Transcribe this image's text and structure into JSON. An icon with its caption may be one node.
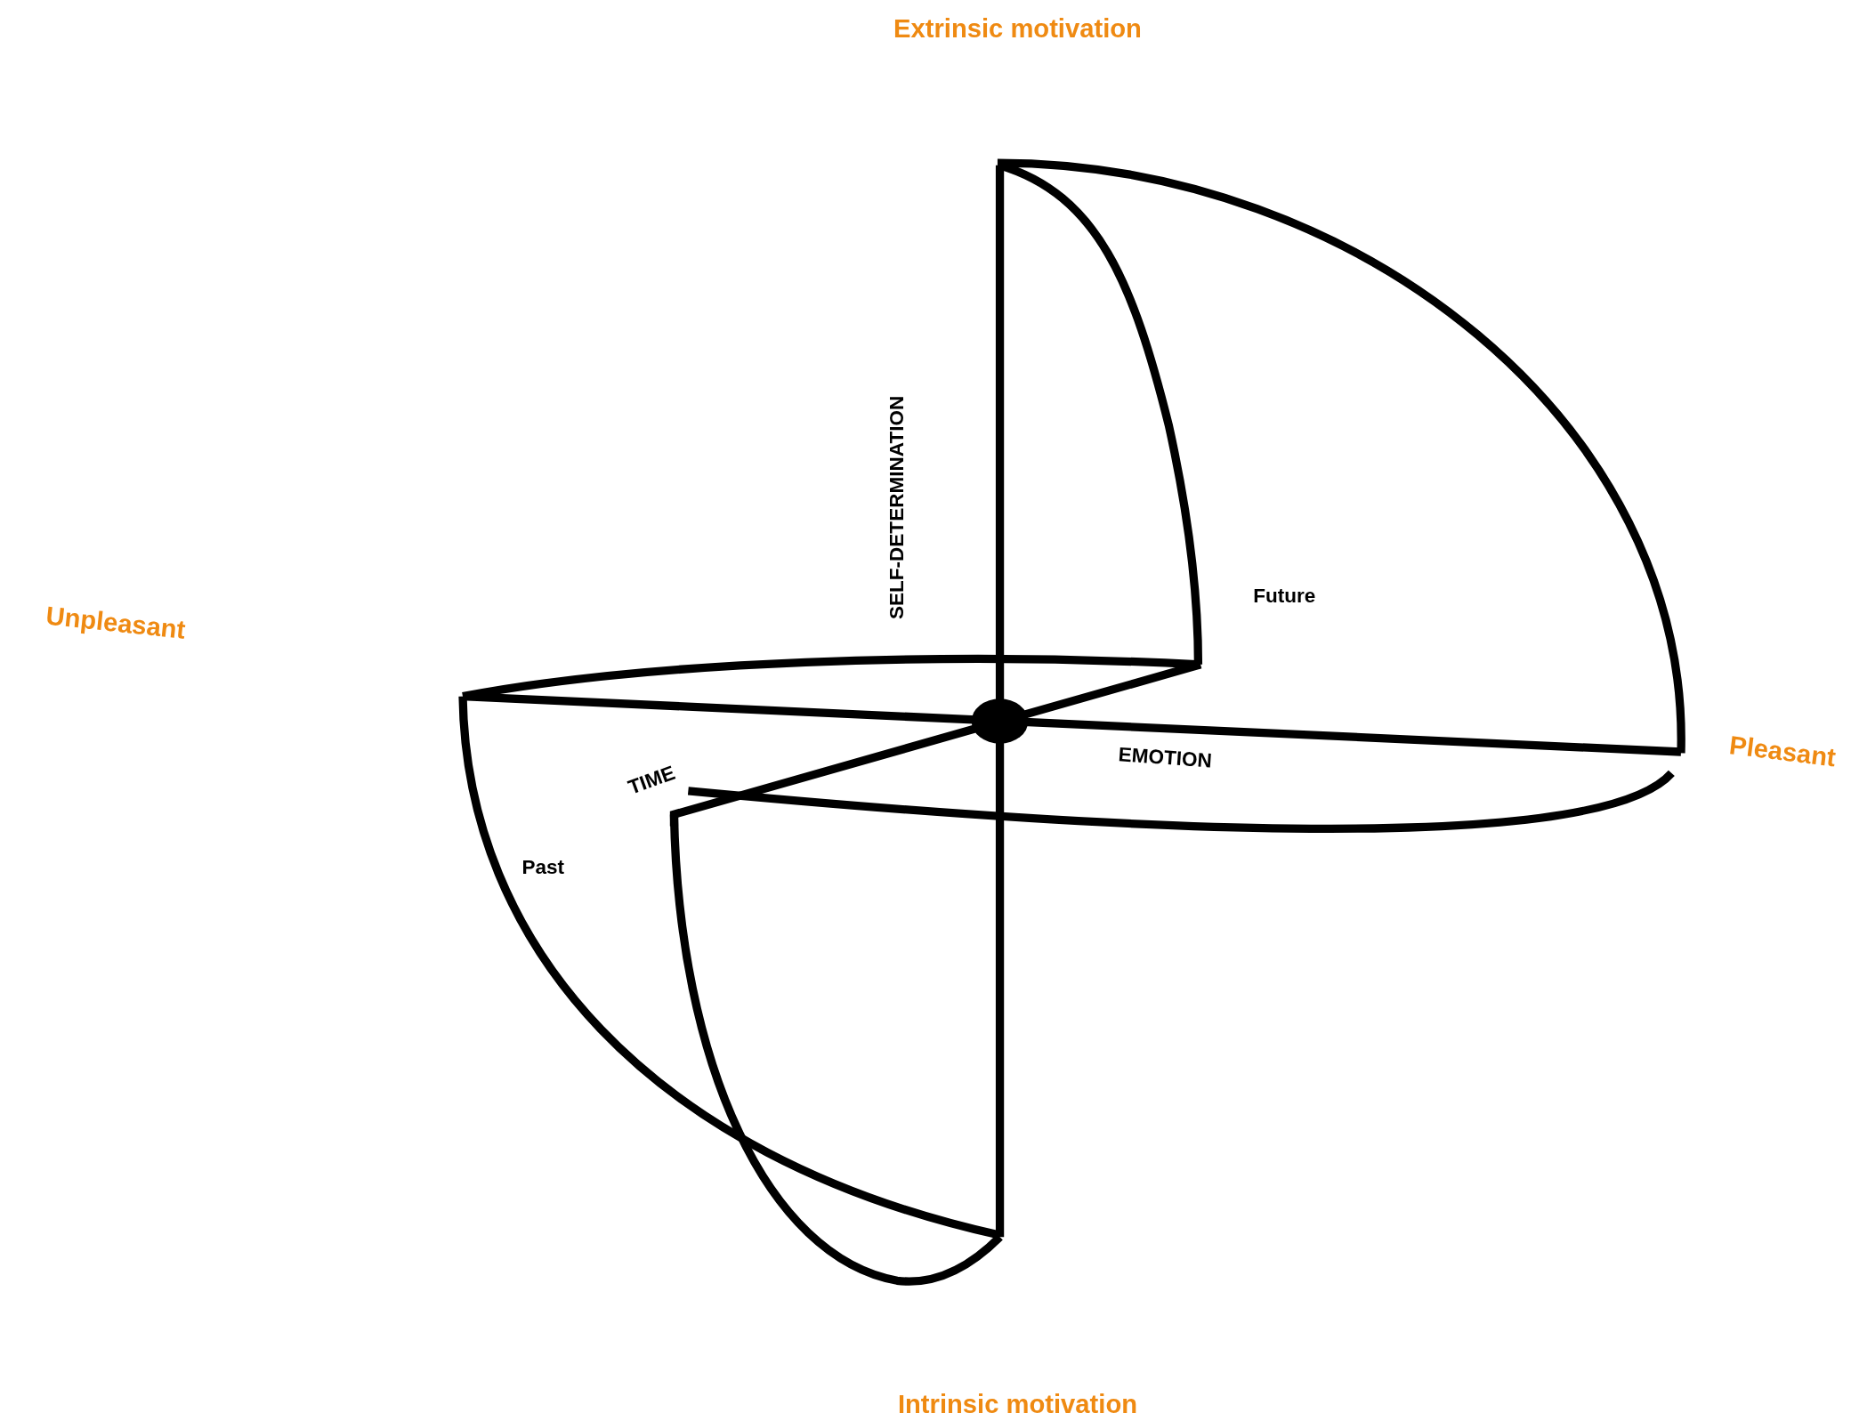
{
  "diagram": {
    "labels": [
      "Extrinsic motivation",
      "SELF-DETERMINATION",
      "Future",
      "Unpleasant",
      "Pleasant",
      "EMOTION",
      "TIME",
      "Past",
      "Intrinsic motivation"
    ]
  }
}
